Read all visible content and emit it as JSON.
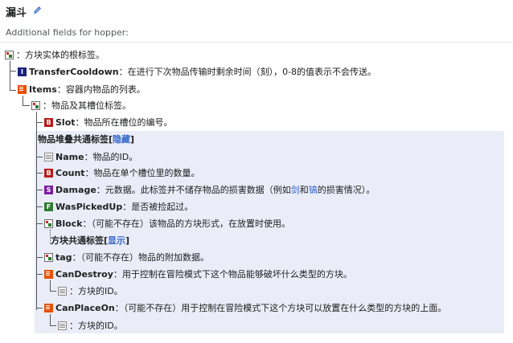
{
  "page": {
    "title": "漏斗",
    "subtitle": "Additional fields for hopper:"
  },
  "icons": {
    "compound": "compound-tag-icon",
    "int": "int-tag-icon",
    "byte": "byte-tag-icon",
    "short": "short-tag-icon",
    "boolean": "boolean-tag-icon",
    "list": "list-tag-icon",
    "string": "string-tag-icon",
    "edit": "pencil-icon"
  },
  "colors": {
    "link": "#3366cc",
    "panel_bg": "#eaecf7",
    "int": "#1a237e",
    "byte": "#b71c1c",
    "short": "#7b1fa2",
    "boolean": "#2e7d32",
    "list": "#e65100"
  },
  "tree": {
    "root": {
      "desc": "：方块实体的根标签。"
    },
    "transfer_cooldown": {
      "letter": "I",
      "name": "TransferCooldown",
      "desc": "：在进行下次物品传输时剩余时间（刻），0-8的值表示不会传送。"
    },
    "items": {
      "name": "Items",
      "desc": "：容器内物品的列表。"
    },
    "item_compound": {
      "desc": "：物品及其槽位标签。"
    },
    "slot": {
      "letter": "B",
      "name": "Slot",
      "desc": "：物品所在槽位的编号。"
    },
    "item_stack_header": {
      "text": "物品堆叠共通标签",
      "bracket_open": "[",
      "toggle": "隐藏",
      "bracket_close": "]"
    },
    "name": {
      "name": "Name",
      "desc": "：物品的ID。"
    },
    "count": {
      "letter": "B",
      "name": "Count",
      "desc": "：物品在单个槽位里的数量。"
    },
    "damage": {
      "letter": "S",
      "name": "Damage",
      "desc_a": "：元数据。此标签并不储存物品的损害数据（例如",
      "link_sword": "剑",
      "desc_b": "和",
      "link_pickaxe": "镐",
      "desc_c": "的损害情况）。"
    },
    "was_picked_up": {
      "letter": "F",
      "name": "WasPickedUp",
      "desc": "：是否被捡起过。"
    },
    "block": {
      "name": "Block",
      "desc": "：（可能不存在）该物品的方块形式，在放置时使用。"
    },
    "block_header": {
      "text": "方块共通标签",
      "bracket_open": "[",
      "toggle": "显示",
      "bracket_close": "]"
    },
    "tag": {
      "name": "tag",
      "desc": "：（可能不存在）物品的附加数据。"
    },
    "can_destroy": {
      "name": "CanDestroy",
      "desc": "：用于控制在冒险模式下这个物品能够破坏什么类型的方块。"
    },
    "can_destroy_entry": {
      "desc": "：方块的ID。"
    },
    "can_place_on": {
      "name": "CanPlaceOn",
      "desc": "：（可能不存在）用于控制在冒险模式下这个方块可以放置在什么类型的方块的上面。"
    },
    "can_place_on_entry": {
      "desc": "：方块的ID。"
    }
  }
}
